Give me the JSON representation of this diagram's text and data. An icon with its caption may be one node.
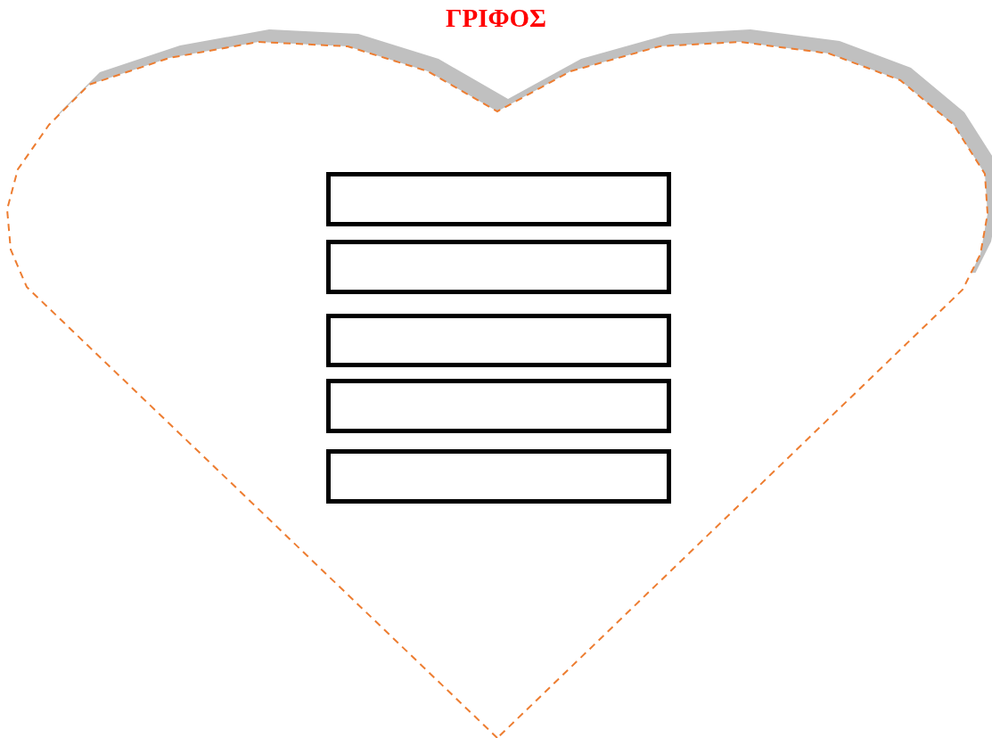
{
  "diagram": {
    "title": "ΓΡΙΦΟΣ",
    "nodes": [
      {
        "text": [],
        "shape": "heart"
      },
      {
        "text": [],
        "shape": "box",
        "in": 0
      },
      {
        "text": [],
        "shape": "box",
        "in": 0
      },
      {
        "text": [],
        "shape": "box",
        "in": 0
      },
      {
        "text": [],
        "shape": "box",
        "in": 0
      },
      {
        "text": [],
        "shape": "box",
        "in": 0
      }
    ]
  }
}
